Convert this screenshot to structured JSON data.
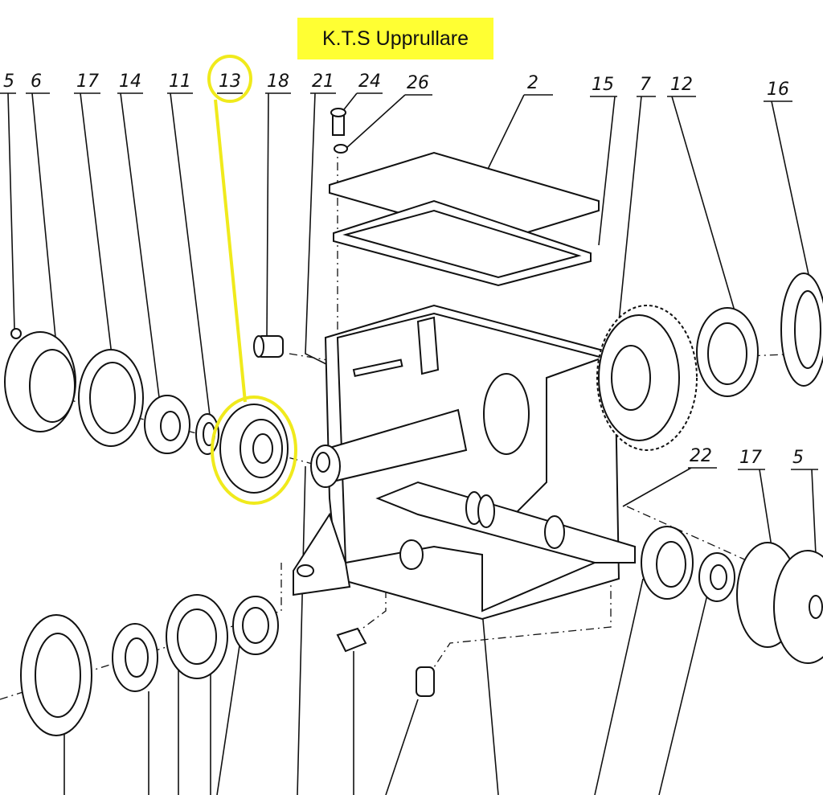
{
  "title": "K.T.S Upprullare",
  "highlight_color": "#ffff33",
  "highlighted_part": "13",
  "labels": {
    "top": [
      "5",
      "6",
      "17",
      "14",
      "11",
      "13",
      "18",
      "21",
      "24",
      "26",
      "2",
      "15",
      "7",
      "12",
      "16"
    ],
    "right": [
      "22",
      "17",
      "5"
    ]
  }
}
